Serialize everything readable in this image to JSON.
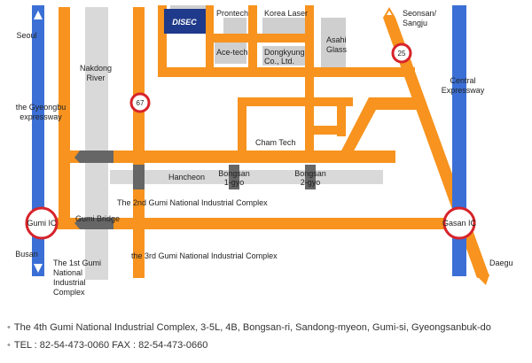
{
  "labels": {
    "seoul": "Seoul",
    "gyeongbu": [
      "the Gyeongbu",
      "expressway"
    ],
    "gumi_ic": "Gumi IC",
    "busan": "Busan",
    "complex1": [
      "The 1st Gumi",
      "National",
      "Industrial",
      "Complex"
    ],
    "nakdong": [
      "Nakdong",
      "River"
    ],
    "gumi_bridge": "Gumi Bridge",
    "route67": "67",
    "route25": "25",
    "disec": "DISEC",
    "prontech": "Prontech",
    "korea_laser": "Korea Laser",
    "ace_tech": "Ace-tech",
    "dongkyung": [
      "Dongkyung",
      "Co., Ltd."
    ],
    "asahi": [
      "Asahi",
      "Glass"
    ],
    "cham_tech": "Cham Tech",
    "hancheon": "Hancheon",
    "bongsan1": [
      "Bongsan",
      "1-gyo"
    ],
    "bongsan2": [
      "Bongsan",
      "2-gyo"
    ],
    "complex2": "The 2nd Gumi National Industrial Complex",
    "complex3": "the 3rd Gumi National Industrial Complex",
    "seonsan": [
      "Seonsan/",
      "Sangju"
    ],
    "central": [
      "Central",
      "Expressway"
    ],
    "gasan_ic": "Gasan IC",
    "daegu": "Daegu"
  },
  "footer": {
    "address": "The 4th Gumi National Industrial Complex, 3-5L, 4B, Bongsan-ri, Sandong-myeon, Gumi-si, Gyeongsanbuk-do",
    "tel": "TEL : 82-54-473-0060 FAX : 82-54-473-0660"
  },
  "colors": {
    "road": "#f7931e",
    "expressway": "#3b6fd6",
    "river": "#d9d9d9",
    "building": "#c8c8c8",
    "bridge": "#666666",
    "ic_ring": "#d7232a",
    "disec_bg": "#1f3a8a"
  }
}
